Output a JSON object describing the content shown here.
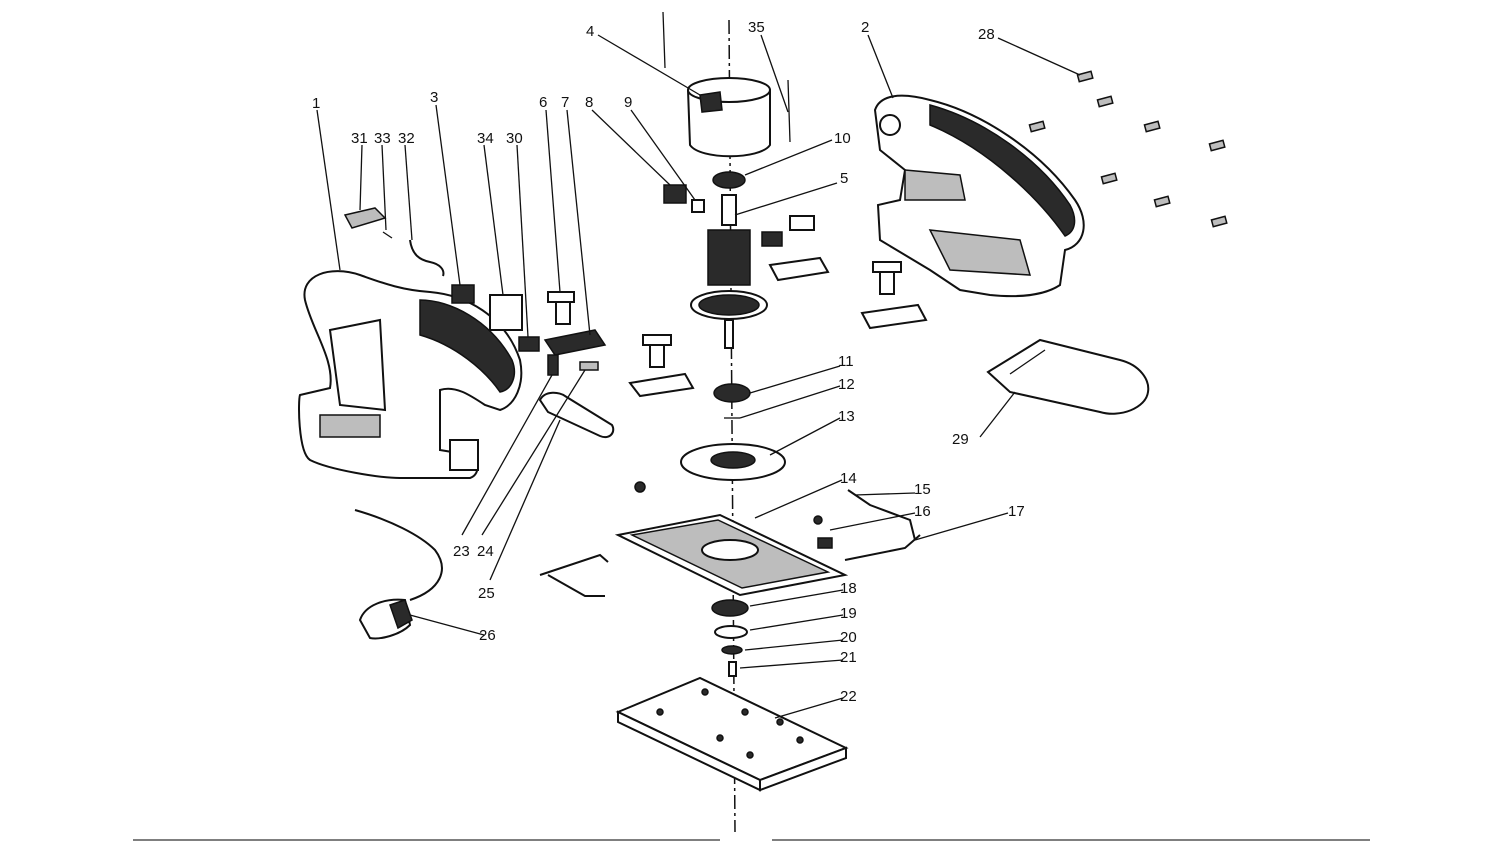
{
  "callouts": {
    "n1": "1",
    "n2": "2",
    "n3": "3",
    "n4": "4",
    "n5": "5",
    "n6": "6",
    "n7": "7",
    "n8": "8",
    "n9": "9",
    "n10": "10",
    "n11": "11",
    "n12": "12",
    "n13": "13",
    "n14": "14",
    "n15": "15",
    "n16": "16",
    "n17": "17",
    "n18": "18",
    "n19": "19",
    "n20": "20",
    "n21": "21",
    "n22": "22",
    "n23": "23",
    "n24": "24",
    "n25": "25",
    "n26": "26",
    "n28": "28",
    "n29": "29",
    "n30": "30",
    "n31": "31",
    "n32": "32",
    "n33": "33",
    "n34": "34",
    "n35": "35"
  }
}
